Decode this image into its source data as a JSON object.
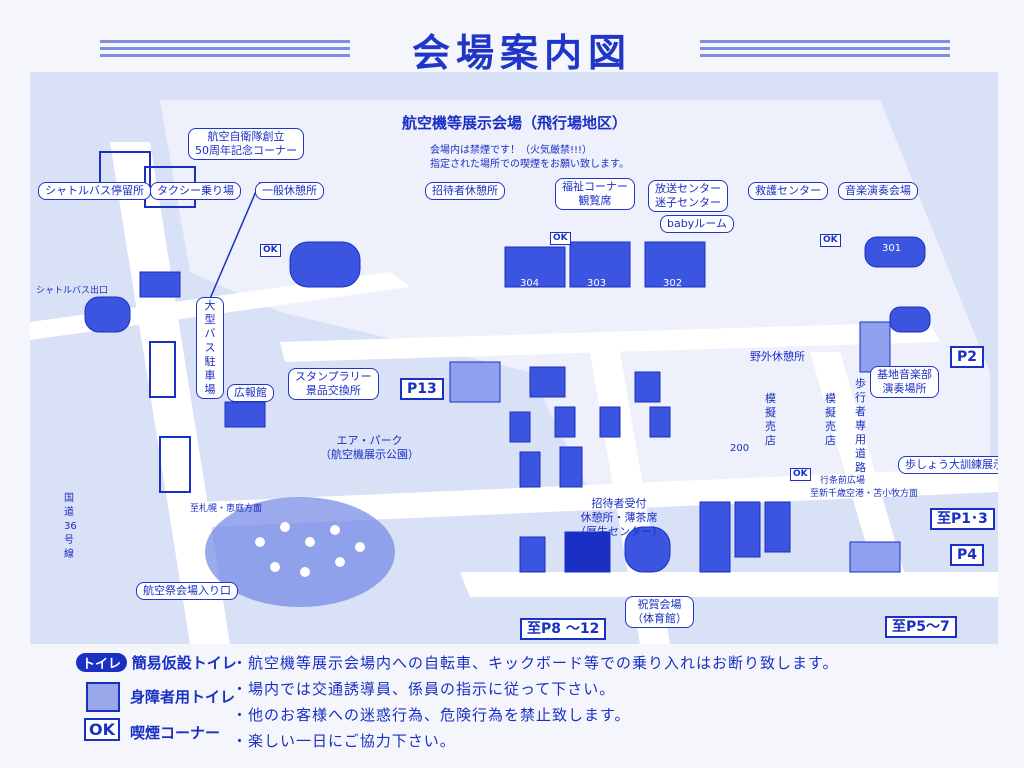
{
  "title": "会場案内図",
  "area_title": "航空機等展示会場（飛行場地区）",
  "notice": [
    "会場内は禁煙です！（火気厳禁!!!）",
    "指定された場所での喫煙をお願い致します。"
  ],
  "places": {
    "jsdf_memorial": [
      "航空自衛隊創立",
      "50周年記念コーナー"
    ],
    "shuttle_bus": "シャトルバス停留所",
    "taxi": "タクシー乗り場",
    "rest_general": "一般休憩所",
    "rest_guest": "招待者休憩所",
    "welfare": [
      "福祉コーナー",
      "観覧席"
    ],
    "broadcast": [
      "放送センター",
      "迷子センター"
    ],
    "baby": "babyルーム",
    "rescue": "救護センター",
    "music": "音楽演奏会場",
    "bus_parking": "大型バス駐車場",
    "pr_hall": "広報館",
    "stamp": [
      "スタンプラリー",
      "景品交換所"
    ],
    "air_park": [
      "エア・パーク",
      "（航空機展示公園）"
    ],
    "outdoor_rest": "野外休憩所",
    "band": [
      "基地音楽部",
      "演奏場所"
    ],
    "walkway": "歩行者専用道路",
    "shop1": "模擬売店",
    "shop2": "模擬売店",
    "drill": "歩しょう大訓練展示",
    "guest_desk": [
      "招待者受付",
      "休憩所・薄茶席",
      "（厚生センター）"
    ],
    "gym": [
      "祝賀会場",
      "（体育館）"
    ],
    "entrance": "航空祭会場入り口",
    "shuttle_exit": "シャトルバス出口",
    "route36": "国道36号線",
    "to_sapporo": "至札幌・恵庭方面",
    "to_chitose": "至新千歳空港・苫小牧方面",
    "gate_sign": "行条前広場"
  },
  "hangars": [
    "304",
    "303",
    "302",
    "301",
    "200"
  ],
  "parking": {
    "p13": "P13",
    "p2": "P2",
    "p1_3": "至P1･3",
    "p4": "P4",
    "p8_12": "至P8 〜12",
    "p5_7": "至P5〜7"
  },
  "ok_label": "OK",
  "toilet_label": "トイレ",
  "legend": {
    "toilet_pill": "トイレ",
    "toilet_text": "簡易仮設トイレ",
    "accessible_text": "身障者用トイレ",
    "ok_icon": "OK",
    "smoking_text": "喫煙コーナー"
  },
  "rules": [
    "・航空機等展示会場内への自転車、キックボード等での乗り入れはお断り致します。",
    "・場内では交通誘導員、係員の指示に従って下さい。",
    "・他のお客様への迷惑行為、危険行為を禁止致します。",
    "・楽しい一日にご協力下さい。"
  ],
  "colors": {
    "ink": "#1a2fc4",
    "map_bg": "#d9e1f7",
    "road": "#ffffff",
    "building": "#3b55e0"
  }
}
